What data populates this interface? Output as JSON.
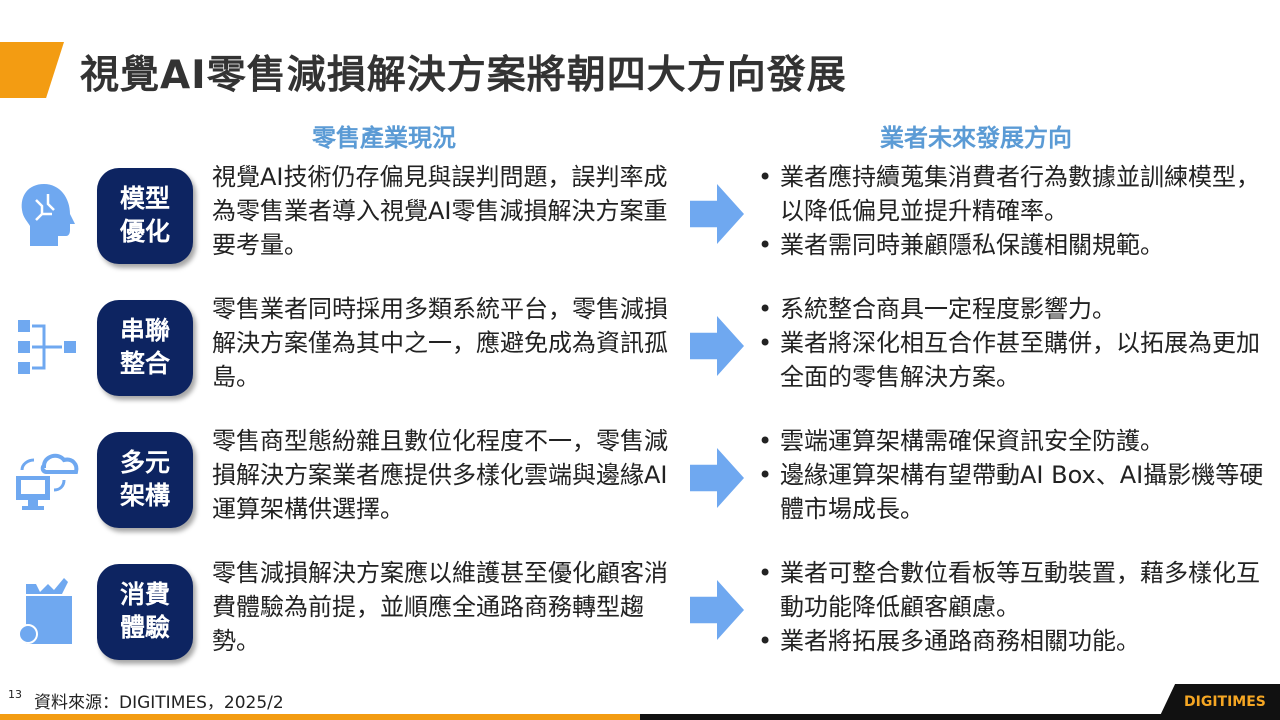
{
  "title": "視覺AI零售減損解決方案將朝四大方向發展",
  "col_left": "零售產業現況",
  "col_right": "業者未來發展方向",
  "rows": [
    {
      "icon": "ai-head-icon",
      "badge": [
        "模型",
        "優化"
      ],
      "left": "視覺AI技術仍存偏見與誤判問題，誤判率成為零售業者導入視覺AI零售減損解決方案重要考量。",
      "right": [
        "業者應持續蒐集消費者行為數據並訓練模型，以降低偏見並提升精確率。",
        "業者需同時兼顧隱私保護相關規範。"
      ]
    },
    {
      "icon": "integration-flow-icon",
      "badge": [
        "串聯",
        "整合"
      ],
      "left": "零售業者同時採用多類系統平台，零售減損解決方案僅為其中之一，應避免成為資訊孤島。",
      "right": [
        "系統整合商具一定程度影響力。",
        "業者將深化相互合作甚至購併，以拓展為更加全面的零售解決方案。"
      ]
    },
    {
      "icon": "cloud-computer-icon",
      "badge": [
        "多元",
        "架構"
      ],
      "left": "零售商型態紛雜且數位化程度不一，零售減損解決方案業者應提供多樣化雲端與邊緣AI運算架構供選擇。",
      "right": [
        "雲端運算架構需確保資訊安全防護。",
        "邊緣運算架構有望帶動AI Box、AI攝影機等硬體市場成長。"
      ]
    },
    {
      "icon": "grocery-bag-icon",
      "badge": [
        "消費",
        "體驗"
      ],
      "left": "零售減損解決方案應以維護甚至優化顧客消費體驗為前提，並順應全通路商務轉型趨勢。",
      "right": [
        "業者可整合數位看板等互動裝置，藉多樣化互動功能降低顧客顧慮。",
        "業者將拓展多通路商務相關功能。"
      ]
    }
  ],
  "footer": {
    "page": "13",
    "source": "資料來源：DIGITIMES，2025/2"
  },
  "logo": "DIGITIMES",
  "colors": {
    "accent": "#f39c12",
    "navy": "#0d2461",
    "blue": "#6fa8f0"
  }
}
